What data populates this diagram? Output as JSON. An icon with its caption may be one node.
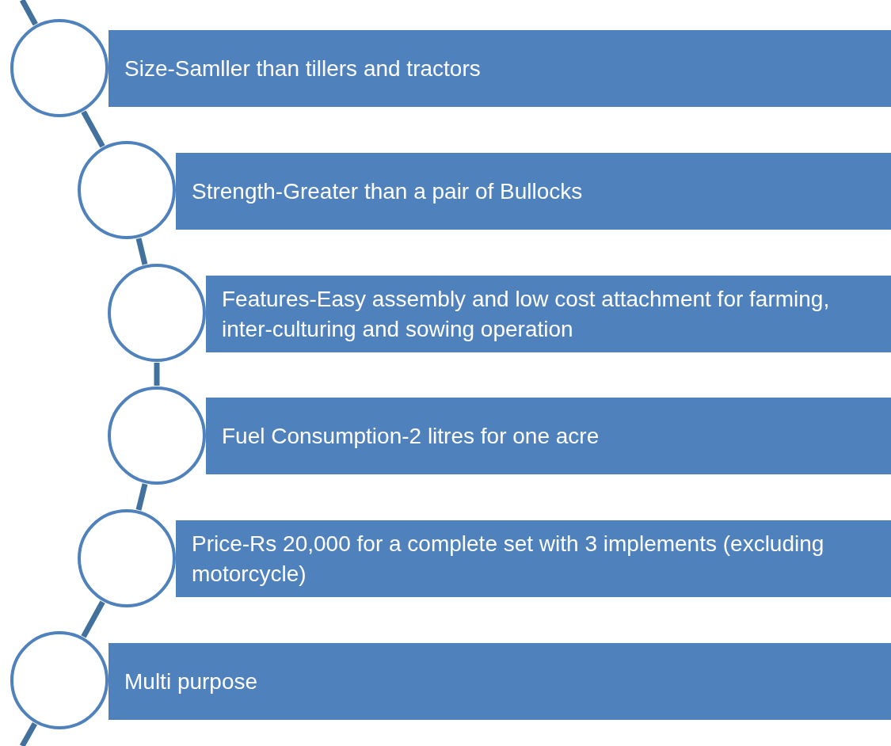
{
  "diagram": {
    "nodes": [
      {
        "text": [],
        "shape": "circle"
      },
      {
        "text": [
          "Size-Samller than tillers and tractors"
        ]
      },
      {
        "text": [],
        "shape": "circle"
      },
      {
        "text": [
          "Strength-Greater than a pair of Bullocks"
        ]
      },
      {
        "text": [],
        "shape": "circle"
      },
      {
        "text": [
          "Features-Easy assembly and low cost attachment for farming, inter-culturing and sowing operation"
        ]
      },
      {
        "text": [],
        "shape": "circle"
      },
      {
        "text": [
          "Fuel Consumption-2 litres for one acre"
        ]
      },
      {
        "text": [],
        "shape": "circle"
      },
      {
        "text": [
          "Price-Rs 20,000 for a complete set with 3 implements (excluding motorcycle)"
        ]
      },
      {
        "text": [],
        "shape": "circle"
      },
      {
        "text": [
          "Multi purpose"
        ]
      }
    ],
    "edges": [
      {
        "from": null,
        "to": 0,
        "arrow": "none"
      },
      {
        "from": 0,
        "to": 2,
        "arrow": "none"
      },
      {
        "from": 2,
        "to": 4,
        "arrow": "none"
      },
      {
        "from": 4,
        "to": 6,
        "arrow": "none"
      },
      {
        "from": 6,
        "to": 8,
        "arrow": "none"
      },
      {
        "from": 8,
        "to": 10,
        "arrow": "none"
      },
      {
        "from": 10,
        "to": null,
        "arrow": "none"
      }
    ]
  }
}
